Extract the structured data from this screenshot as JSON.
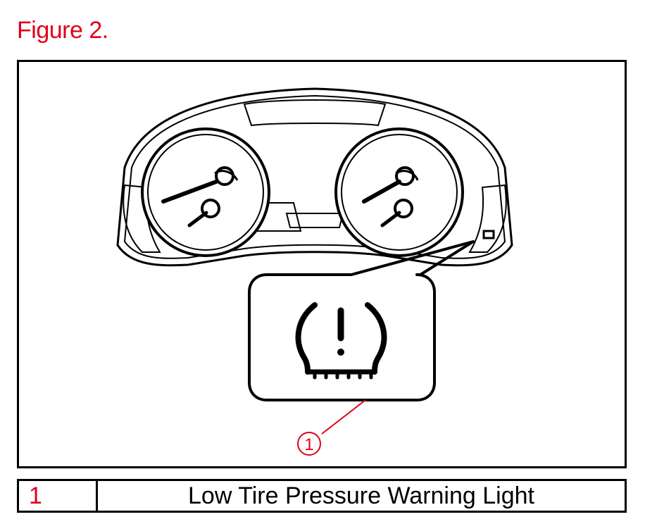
{
  "figure": {
    "title": "Figure 2.",
    "callout_number": "1"
  },
  "legend": {
    "rows": [
      {
        "number": "1",
        "description": "Low Tire Pressure Warning Light"
      }
    ]
  },
  "colors": {
    "accent_red": "#e0001a",
    "line_black": "#000000"
  },
  "icons": {
    "warning": "tire-pressure-warning-icon"
  }
}
